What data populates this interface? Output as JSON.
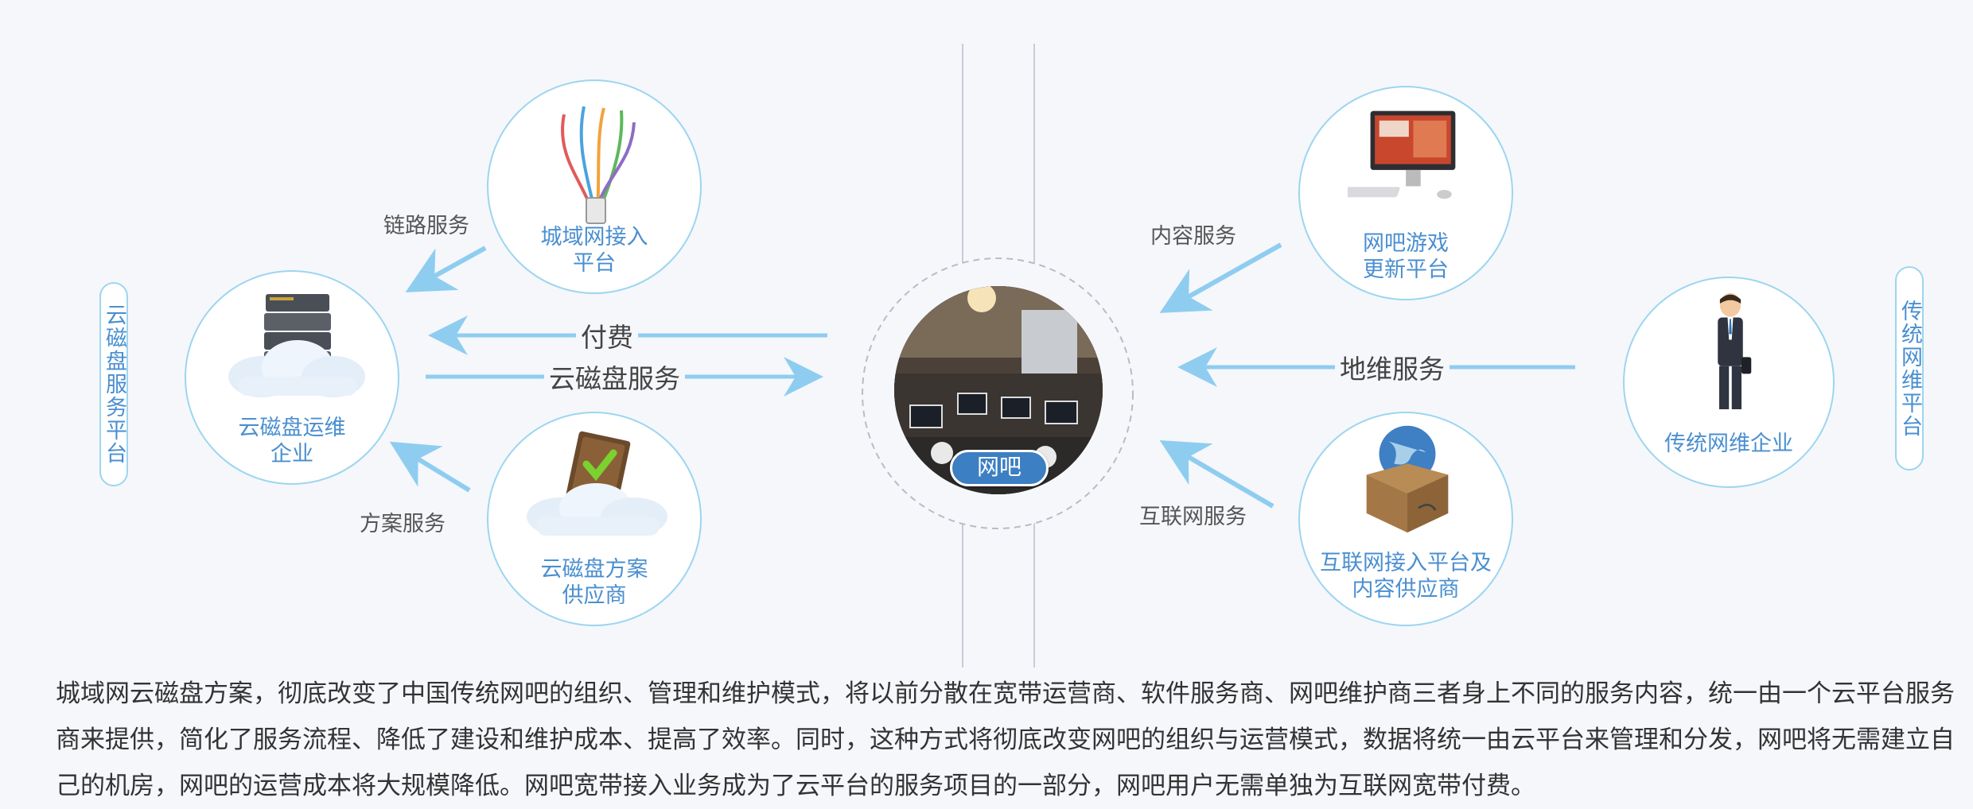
{
  "nodes": {
    "metro_access": "城域网接入\n平台",
    "cloud_ops": "云磁盘运维\n企业",
    "cloud_solution": "云磁盘方案\n供应商",
    "game_update": "网吧游戏\n更新平台",
    "internet_provider": "互联网接入平台及\n内容供应商",
    "traditional_ops": "传统网维企业",
    "center": "网吧"
  },
  "edges": {
    "link_service": "链路服务",
    "solution_service": "方案服务",
    "content_service": "内容服务",
    "internet_service": "互联网服务",
    "pay": "付费",
    "cloud_disk_service": "云磁盘服务",
    "local_maint_service": "地维服务"
  },
  "side_tags": {
    "left": "云磁盘服务平台",
    "right": "传统网维平台"
  },
  "colors": {
    "node_text": "#4a8fd0",
    "circle_border": "#9dd5f0",
    "arrow": "#8fcdf0",
    "badge": "#3c7fc2"
  },
  "description": "城域网云磁盘方案，彻底改变了中国传统网吧的组织、管理和维护模式，将以前分散在宽带运营商、软件服务商、网吧维护商三者身上不同的服务内容，统一由一个云平台服务商来提供，简化了服务流程、降低了建设和维护成本、提高了效率。同时，这种方式将彻底改变网吧的组织与运营模式，数据将统一由云平台来管理和分发，网吧将无需建立自己的机房，网吧的运营成本将大规模降低。网吧宽带接入业务成为了云平台的服务项目的一部分，网吧用户无需单独为互联网宽带付费。"
}
